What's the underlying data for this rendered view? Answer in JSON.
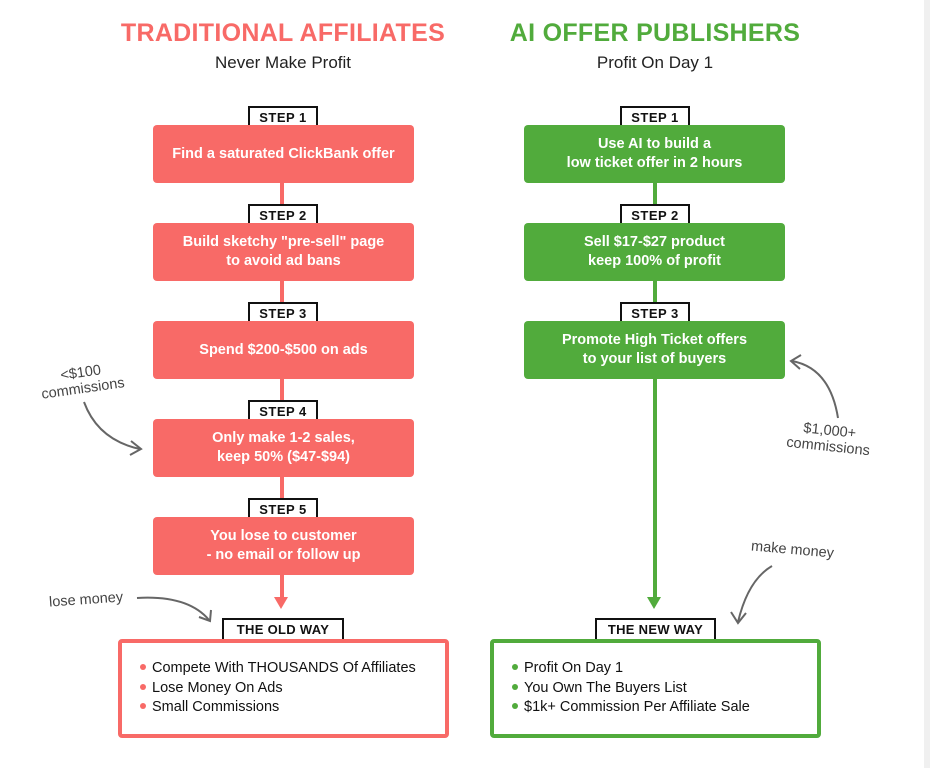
{
  "colors": {
    "traditional": "#f86a67",
    "ai": "#51ab3c",
    "annotation": "#666666"
  },
  "left": {
    "title": "TRADITIONAL AFFILIATES",
    "subtitle": "Never Make Profit",
    "steps": [
      {
        "label": "STEP 1",
        "text": "Find a saturated ClickBank offer"
      },
      {
        "label": "STEP 2",
        "text": "Build sketchy \"pre-sell\" page\nto avoid ad bans"
      },
      {
        "label": "STEP 3",
        "text": "Spend $200-$500 on ads"
      },
      {
        "label": "STEP 4",
        "text": "Only make 1-2 sales,\nkeep 50% ($47-$94)"
      },
      {
        "label": "STEP 5",
        "text": "You lose to customer\n- no email or follow up"
      }
    ],
    "result_label": "THE OLD WAY",
    "result_items": [
      "Compete With THOUSANDS Of Affiliates",
      "Lose Money On Ads",
      "Small Commissions"
    ]
  },
  "right": {
    "title": "AI OFFER PUBLISHERS",
    "subtitle": "Profit On Day 1",
    "steps": [
      {
        "label": "STEP 1",
        "text": "Use AI to build a\nlow ticket offer in 2 hours"
      },
      {
        "label": "STEP 2",
        "text": "Sell $17-$27 product\nkeep 100% of profit"
      },
      {
        "label": "STEP 3",
        "text": "Promote High Ticket offers\nto your list of buyers"
      }
    ],
    "result_label": "THE NEW WAY",
    "result_items": [
      "Profit On Day 1",
      "You Own The Buyers List",
      "$1k+ Commission Per Affiliate Sale"
    ]
  },
  "annotations": {
    "left_commission": "<$100\ncommissions",
    "lose_money": "lose money",
    "right_commission": "$1,000+\ncommissions",
    "make_money": "make money"
  }
}
